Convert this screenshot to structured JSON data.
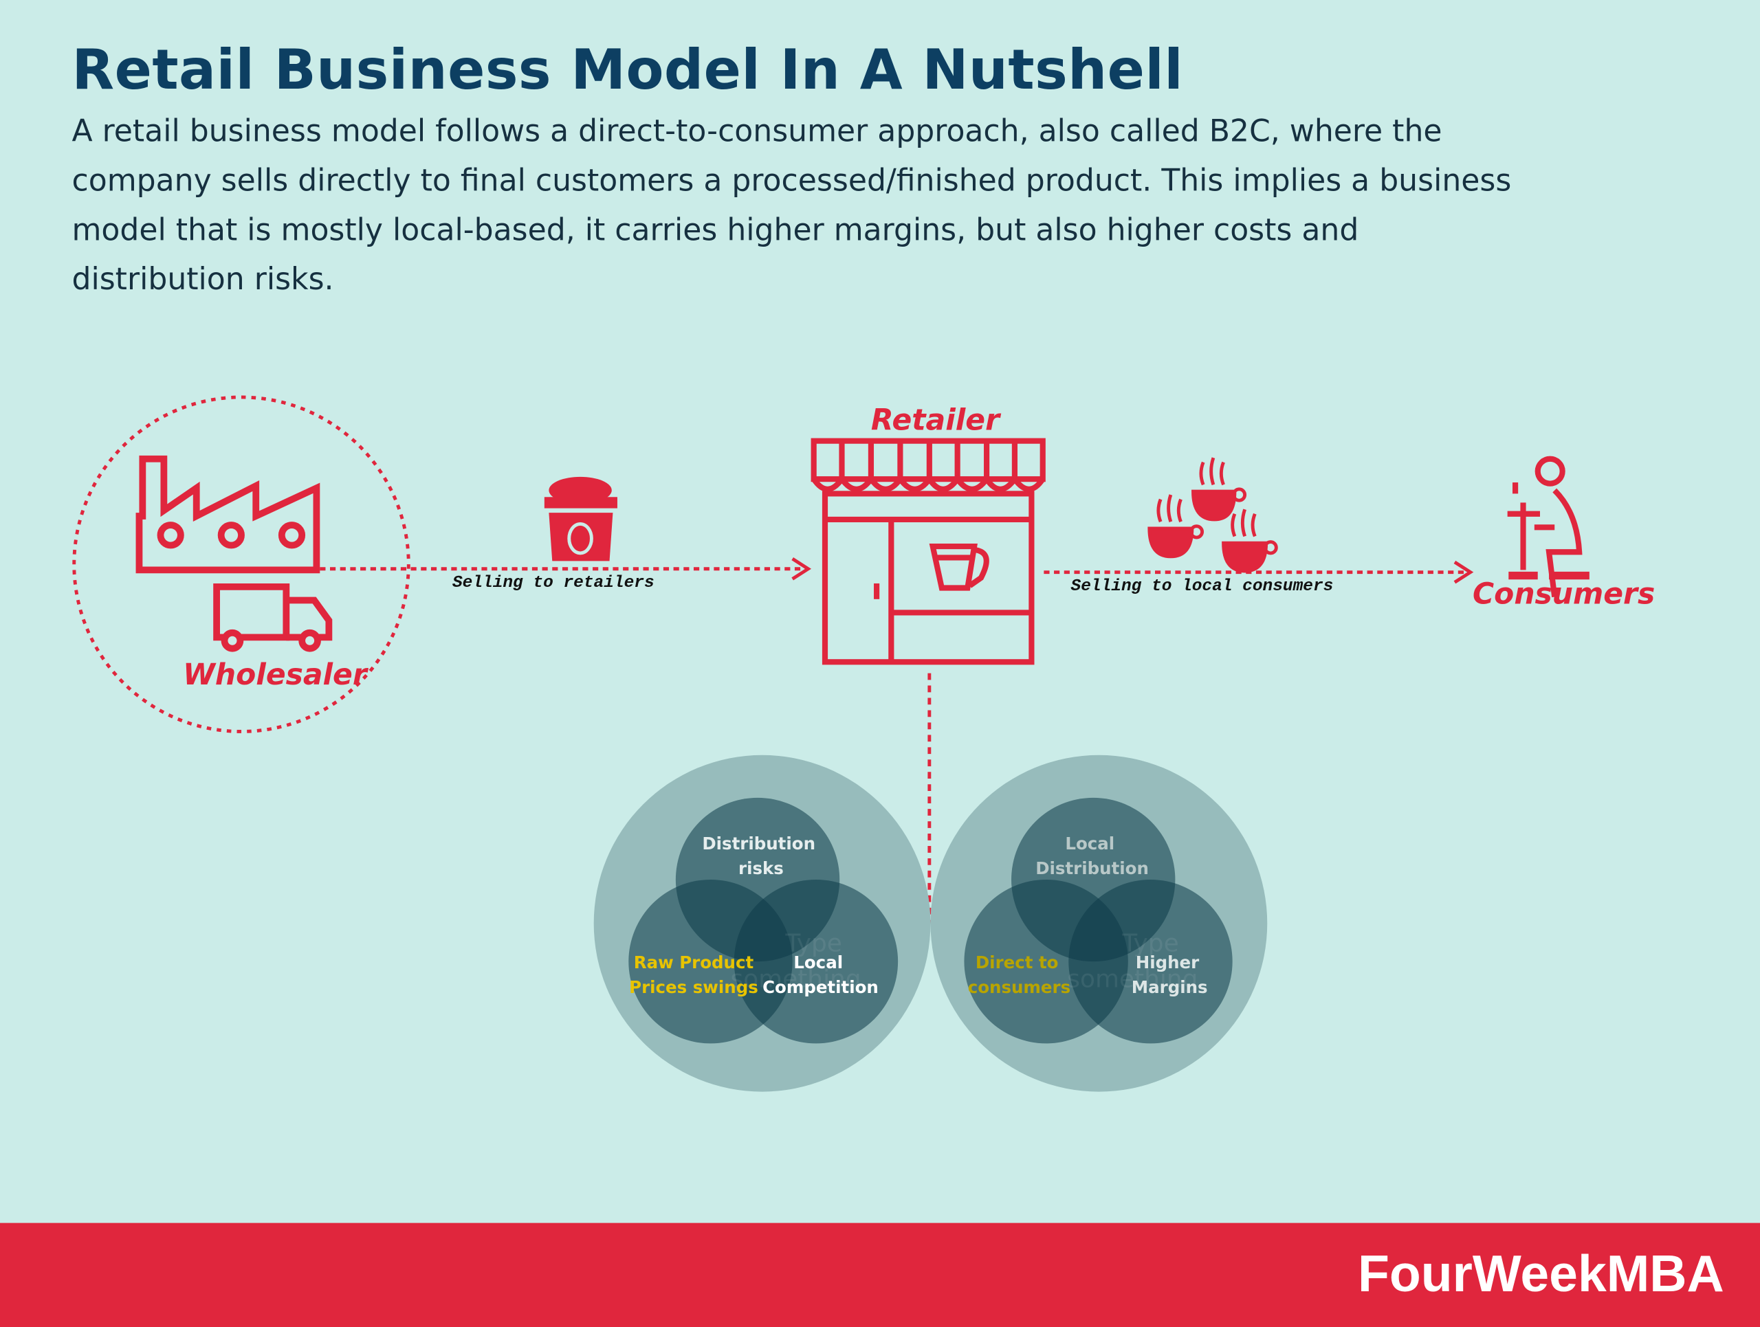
{
  "header": {
    "title": "Retail Business Model In A Nutshell",
    "description": "A retail business model follows a direct-to-consumer approach, also called B2C, where the company sells directly to final customers a processed/finished product. This implies a business model that is mostly local-based, it carries higher margins, but also higher costs and distribution risks."
  },
  "diagram": {
    "wholesaler": "Wholesaler",
    "retailer": "Retailer",
    "consumers": "Consumers",
    "arrow1": "Selling to retailers",
    "arrow2": "Selling to local consumers"
  },
  "venn_left": {
    "top_line1": "Distribution",
    "top_line2": "risks",
    "left_line1": "Raw Product",
    "left_line2": "Prices swings",
    "right_line1": "Local",
    "right_line2": "Competition",
    "ghost_line1": "Type",
    "ghost_line2": "something"
  },
  "venn_right": {
    "top_line1": "Local",
    "top_line2": "Distribution",
    "left_line1": "Direct to",
    "left_line2": "consumers",
    "right_line1": "Higher",
    "right_line2": "Margins",
    "ghost_line1": "Type",
    "ghost_line2": "something"
  },
  "colors": {
    "accent": "#e0263d",
    "title": "#0d3f62",
    "background": "#cbece8",
    "yellow": "#e8c300"
  },
  "footer": {
    "brand": "FourWeekMBA"
  }
}
